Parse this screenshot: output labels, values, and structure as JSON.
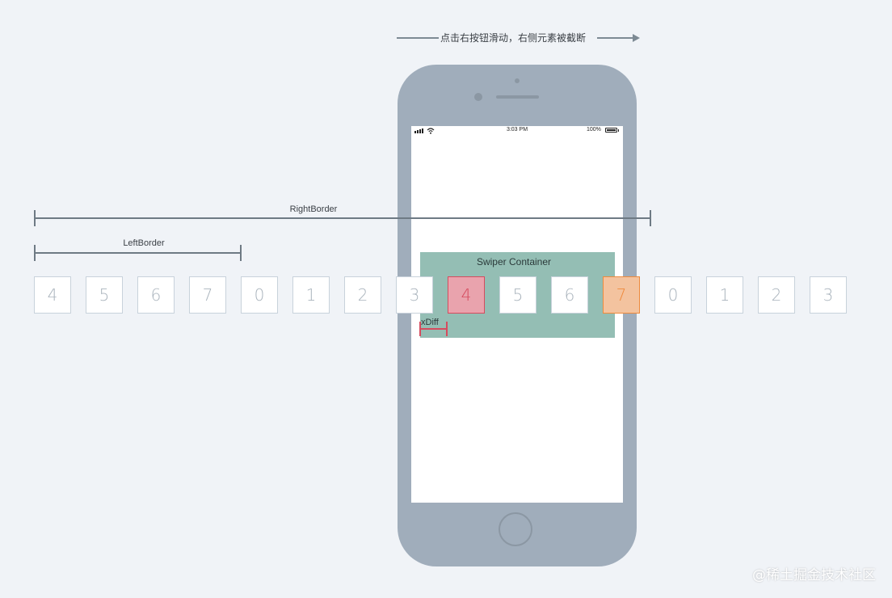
{
  "caption": {
    "text": "点击右按钮滑动，右侧元素被截断"
  },
  "phone": {
    "status_time": "3:03 PM",
    "status_battery": "100%"
  },
  "swiper": {
    "label": "Swiper Container"
  },
  "borders": {
    "right_label": "RightBorder",
    "left_label": "LeftBorder",
    "xdiff_label": "xDiff"
  },
  "boxes": [
    {
      "value": "4",
      "state": "normal"
    },
    {
      "value": "5",
      "state": "normal"
    },
    {
      "value": "6",
      "state": "normal"
    },
    {
      "value": "7",
      "state": "normal"
    },
    {
      "value": "0",
      "state": "normal"
    },
    {
      "value": "1",
      "state": "normal"
    },
    {
      "value": "2",
      "state": "normal"
    },
    {
      "value": "3",
      "state": "normal"
    },
    {
      "value": "4",
      "state": "active-red"
    },
    {
      "value": "5",
      "state": "normal"
    },
    {
      "value": "6",
      "state": "normal"
    },
    {
      "value": "7",
      "state": "active-orange"
    },
    {
      "value": "0",
      "state": "normal"
    },
    {
      "value": "1",
      "state": "normal"
    },
    {
      "value": "2",
      "state": "normal"
    },
    {
      "value": "3",
      "state": "normal"
    }
  ],
  "colors": {
    "highlight_red": "#d64b5e",
    "highlight_orange": "#ef8a3c",
    "swiper_bg": "#94beb4",
    "phone_body": "#a0adbb"
  },
  "watermark": "@稀土掘金技术社区"
}
